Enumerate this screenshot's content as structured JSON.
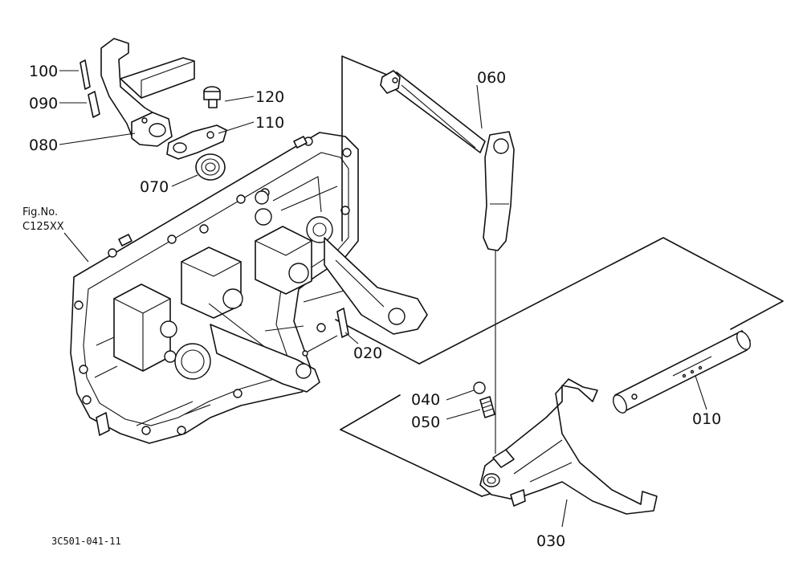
{
  "diagram": {
    "figure_ref_line1": "Fig.No.",
    "figure_ref_line2": "C125XX",
    "drawing_number": "3C501-041-11",
    "parts": [
      {
        "id": "010",
        "label": "010"
      },
      {
        "id": "020",
        "label": "020"
      },
      {
        "id": "030",
        "label": "030"
      },
      {
        "id": "040",
        "label": "040"
      },
      {
        "id": "050",
        "label": "050"
      },
      {
        "id": "060",
        "label": "060"
      },
      {
        "id": "070",
        "label": "070"
      },
      {
        "id": "080",
        "label": "080"
      },
      {
        "id": "090",
        "label": "090"
      },
      {
        "id": "100",
        "label": "100"
      },
      {
        "id": "110",
        "label": "110"
      },
      {
        "id": "120",
        "label": "120"
      }
    ]
  }
}
